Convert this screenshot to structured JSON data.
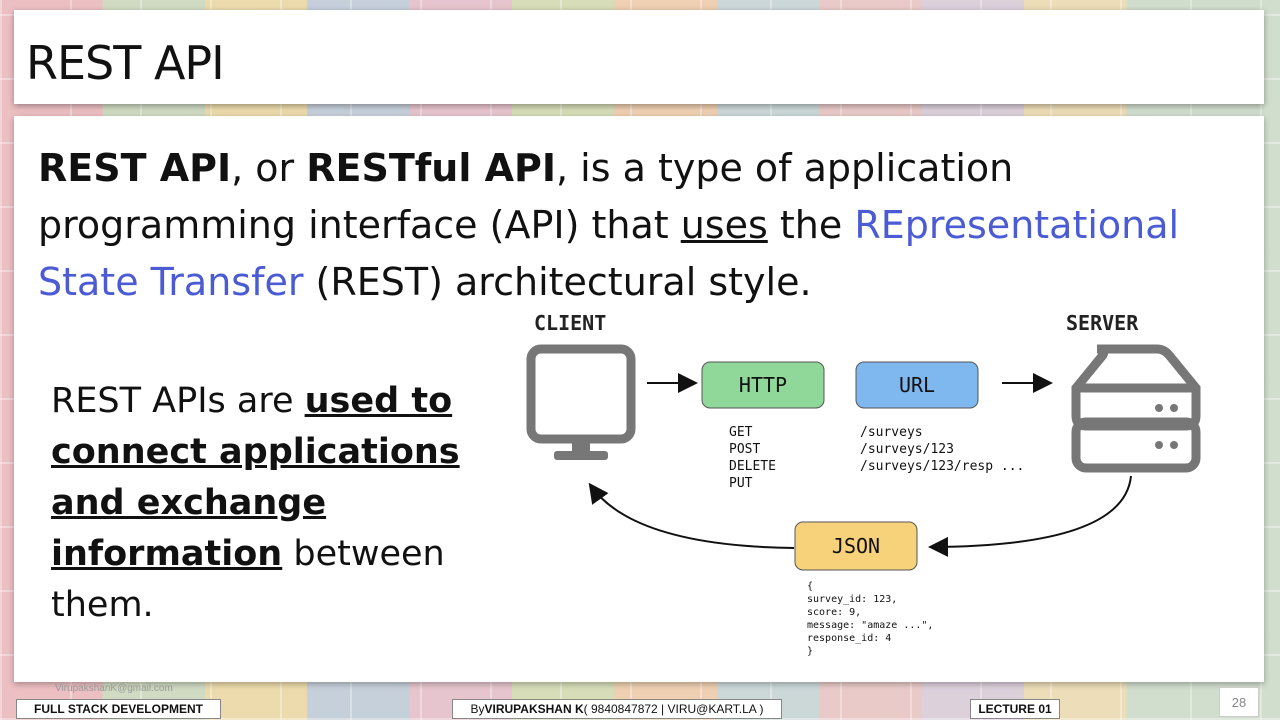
{
  "slide": {
    "title": "REST API",
    "intro": {
      "term1": "REST API",
      "sep1": ", or ",
      "term2": "RESTful API",
      "text1": ", is a type of application programming interface (API) that ",
      "uses": "uses",
      "text2": " the ",
      "link": "REpresentational State Transfer",
      "text3": " (REST) architectural style."
    },
    "side": {
      "pre": "REST APIs are ",
      "bold": "used to connect applications and exchange information",
      "post": " between them."
    },
    "diagram": {
      "client_label": "CLIENT",
      "server_label": "SERVER",
      "http_label": "HTTP",
      "url_label": "URL",
      "json_label": "JSON",
      "methods": [
        "GET",
        "POST",
        "DELETE",
        "PUT"
      ],
      "paths": [
        "/surveys",
        "/surveys/123",
        "/surveys/123/resp ..."
      ],
      "json_lines": [
        "{",
        "  survey_id: 123,",
        "  score: 9,",
        "  message: \"amaze ...\",",
        "  response_id: 4",
        "}"
      ]
    },
    "colors": {
      "http_box": "#8fd89a",
      "url_box": "#7fb8ef",
      "json_box": "#f7d27a",
      "link_blue": "#4a5bd4"
    }
  },
  "footer": {
    "course": "FULL STACK DEVELOPMENT",
    "author_prefix": "By ",
    "author": "VIRUPAKSHAN K",
    "author_contact": " ( 9840847872 | VIRU@KART.LA )",
    "lecture": "LECTURE 01",
    "email": "VirupakshanK@gmail.com",
    "page": "28"
  }
}
